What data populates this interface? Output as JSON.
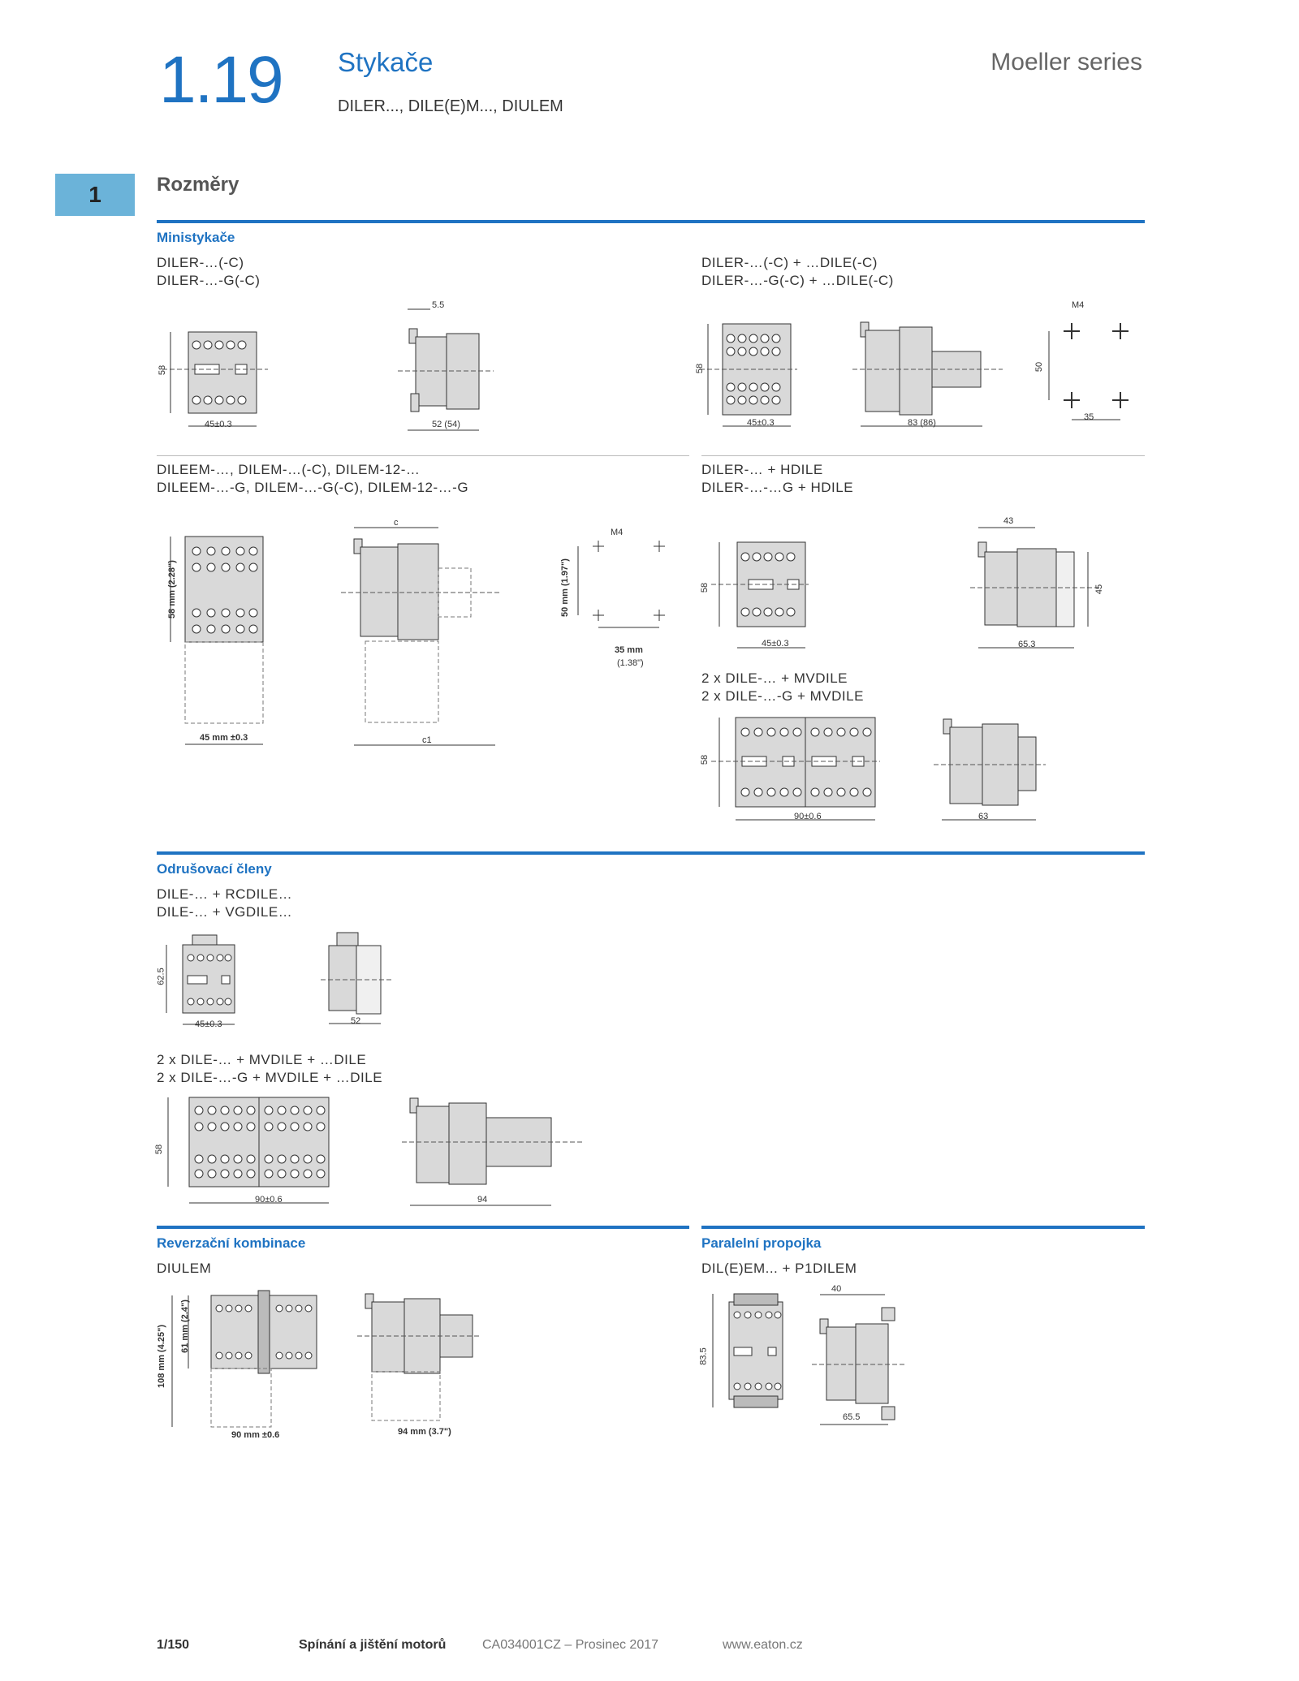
{
  "header": {
    "chapter": "1.19",
    "title": "Stykače",
    "subtitle": "DILER..., DILE(E)M..., DIULEM",
    "series": "Moeller series",
    "tab": "1",
    "section": "Rozměry"
  },
  "ministykace": {
    "heading": "Ministykače",
    "g1_line1": "DILER-…(-C)",
    "g1_line2": "DILER-…-G(-C)",
    "g1_h": "58",
    "g1_w": "45±0.3",
    "g1_side_top": "5.5",
    "g1_side_w": "52 (54)",
    "g2_line1": "DILER-…(-C) + …DILE(-C)",
    "g2_line2": "DILER-…-G(-C) + …DILE(-C)",
    "g2_h": "58",
    "g2_w": "45±0.3",
    "g2_side_w": "83 (86)",
    "g2_m4": "M4",
    "g2_50": "50",
    "g2_35": "35",
    "g3_line1": "DILEEM-…, DILEM-…(-C), DILEM-12-…",
    "g3_line2": "DILEEM-…-G, DILEM-…-G(-C), DILEM-12-…-G",
    "g3_h": "58 mm (2.28\")",
    "g3_w": "45 mm ±0.3",
    "g3_c": "c",
    "g3_c1": "c1",
    "g3_m4": "M4",
    "g3_50": "50 mm (1.97\")",
    "g3_35": "35 mm",
    "g3_35in": "(1.38\")",
    "g4_line1": "DILER-… + HDILE",
    "g4_line2": "DILER-…-…G + HDILE",
    "g4_h": "58",
    "g4_w": "45±0.3",
    "g4_top": "43",
    "g4_side_h": "45",
    "g4_side_w": "65.3",
    "g5_line1": "2 x DILE-… + MVDILE",
    "g5_line2": "2 x DILE-…-G + MVDILE",
    "g5_h": "58",
    "g5_w": "90±0.6",
    "g5_side_w": "63"
  },
  "odrusovaci": {
    "heading": "Odrušovací členy",
    "g1_line1": "DILE-… + RCDILE…",
    "g1_line2": "DILE-… + VGDILE…",
    "g1_h": "62.5",
    "g1_w": "45±0.3",
    "g1_side_w": "52",
    "g2_line1": "2 x DILE-… + MVDILE + …DILE",
    "g2_line2": "2 x DILE-…-G + MVDILE + …DILE",
    "g2_h": "58",
    "g2_w": "90±0.6",
    "g2_side_w": "94"
  },
  "reverzacni": {
    "heading": "Reverzační kombinace",
    "line1": "DIULEM",
    "h108": "108 mm (4.25\")",
    "h61": "61 mm (2.4\")",
    "w90": "90 mm ±0.6",
    "w94": "94 mm (3.7\")"
  },
  "paralelni": {
    "heading": "Paralelní propojka",
    "line1": "DIL(E)EM... + P1DILEM",
    "h": "83.5",
    "top": "40",
    "w": "65.5"
  },
  "footer": {
    "page": "1/150",
    "book": "Spínání a jištění motorů",
    "code": "CA034001CZ – Prosinec 2017",
    "web": "www.eaton.cz"
  }
}
